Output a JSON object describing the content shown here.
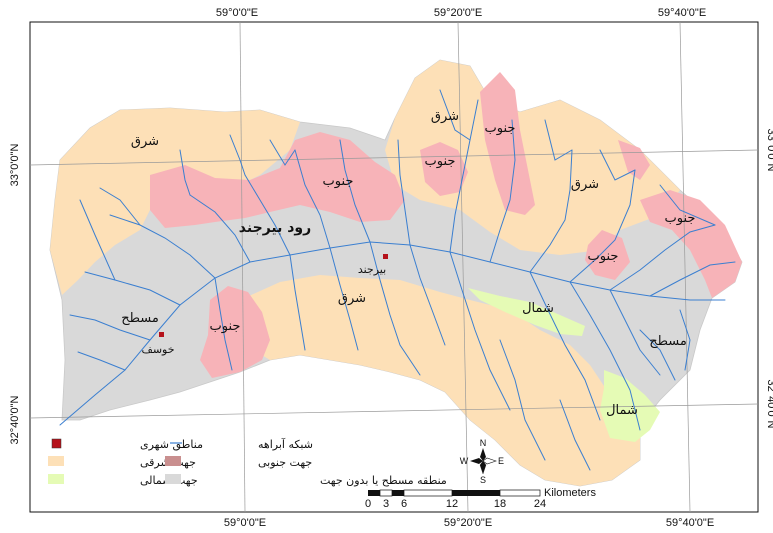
{
  "colors": {
    "flat": "#d9d9d9",
    "east": "#fde0b7",
    "south": "#f7b3b8",
    "north": "#e5fbb5",
    "river": "#3b7fd0",
    "city": "#b5121b",
    "frame": "#111111",
    "grid": "#9a9a9a"
  },
  "grid": {
    "top_labels": [
      "59°0'0\"E",
      "59°20'0\"E",
      "59°40'0\"E"
    ],
    "bottom_labels": [
      "59°0'0\"E",
      "59°20'0\"E",
      "59°40'0\"E"
    ],
    "left_labels": [
      "33°0'0\"N",
      "32°40'0\"N"
    ],
    "right_labels": [
      "33°0'0\"N",
      "32°40'0\"N"
    ]
  },
  "labels": {
    "river_name": "رود بیرجند",
    "east": "شرق",
    "south": "جنوب",
    "north": "شمال",
    "flat": "مسطح",
    "birjand": "بیرجند",
    "khusf": "خوسف"
  },
  "legend": {
    "urban": "مناطق شهری",
    "drainage": "شبکه آبراهه",
    "south_aspect": "جهت جنوبی",
    "east_aspect": "جهت شرقی",
    "north_aspect": "جهت شمالی",
    "flat_area": "منطقه مسطح یا بدون جهت"
  },
  "north_arrow": {
    "n": "N",
    "s": "S",
    "e": "E",
    "w": "W"
  },
  "scale_bar": {
    "ticks": [
      "0",
      "3",
      "6",
      "12",
      "18",
      "24"
    ],
    "unit": "Kilometers"
  }
}
